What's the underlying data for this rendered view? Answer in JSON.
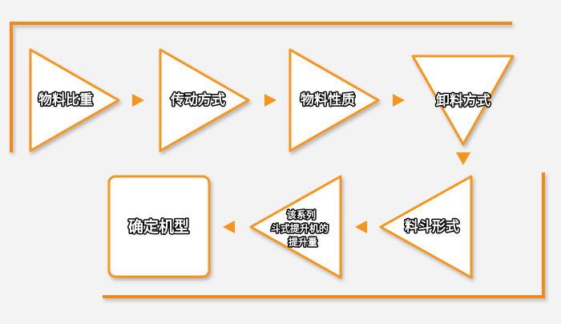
{
  "colors": {
    "accent": "#f7941d",
    "node_fill": "#ffffff",
    "frame": "#ee8a1c",
    "label_text": "#ffffff",
    "label_outline": "#000000"
  },
  "steps": [
    {
      "label": "物料比重"
    },
    {
      "label": "传动方式"
    },
    {
      "label": "物料性质"
    },
    {
      "label": "卸料方式"
    },
    {
      "label": "料斗形式"
    },
    {
      "lines": [
        "该系列",
        "斗式提升机的",
        "提升量"
      ]
    },
    {
      "label": "确定机型"
    }
  ]
}
